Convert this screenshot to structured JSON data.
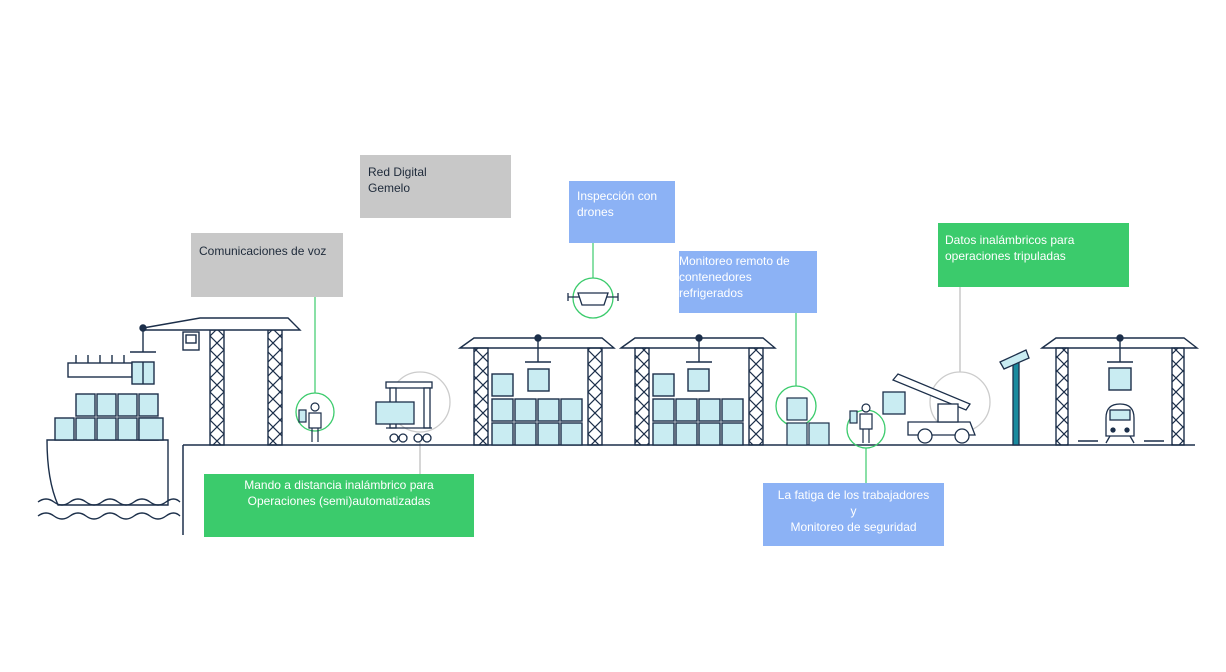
{
  "colors": {
    "navy": "#1c2f4a",
    "container_fill": "#c9ecf2",
    "gray_box": "#c8c8c8",
    "blue_box": "#8cb2f5",
    "green_box": "#3bcb6c",
    "callout_circle": "#3bcb6c",
    "wireless_ring": "#cccccc"
  },
  "labels": {
    "red_digital": [
      "Red Digital",
      "Gemelo"
    ],
    "comunicaciones": "Comunicaciones de voz",
    "inspeccion": [
      "Inspección con",
      "drones"
    ],
    "monitoreo_remoto": [
      "Monitoreo remoto de",
      "contenedores refrigerados"
    ],
    "datos_inalambricos": [
      "Datos inalámbricos para",
      "operaciones tripuladas"
    ],
    "mando_distancia": [
      "Mando a distancia inalámbrico para",
      "Operaciones (semi)automatizadas"
    ],
    "fatiga": [
      "La fatiga de los trabajadores",
      "y",
      "Monitoreo de seguridad"
    ]
  },
  "icons": [
    "ship-icon",
    "ship-crane-icon",
    "worker-radio-icon",
    "rtg-crane-icon",
    "gantry-crane-icon",
    "drone-icon",
    "reefer-container-icon",
    "reach-stacker-icon",
    "camera-pole-icon",
    "rail-gantry-icon",
    "train-icon"
  ]
}
